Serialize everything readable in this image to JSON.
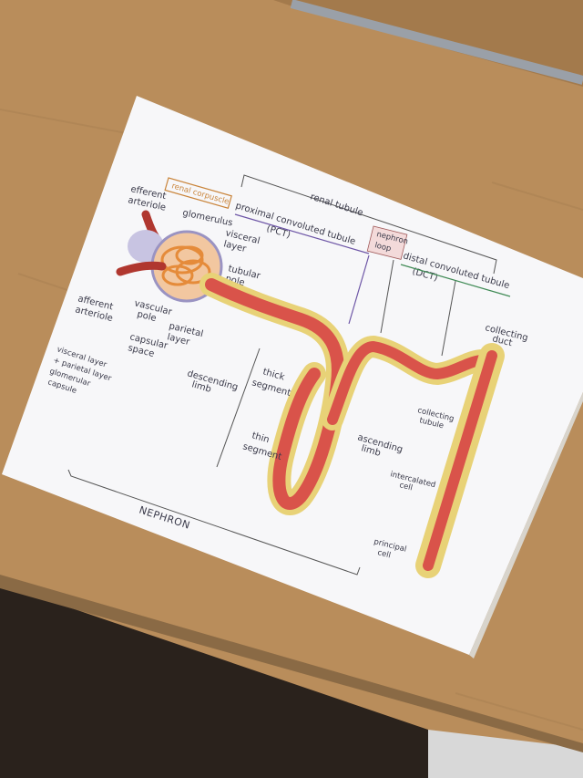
{
  "photo": {
    "subject": "hand-drawn nephron diagram on paper lying on a desk",
    "colors": {
      "desk": "#b98d5b",
      "desk_dark": "#9c7447",
      "paper": "#f7f7f9",
      "floor_shadow": "#2a221c",
      "tubule_red": "#d9534a",
      "tubule_dark": "#b0372f",
      "cell_yellow": "#e8d277",
      "glomerulus_orange": "#e58b3a",
      "capsule_purple": "#9a93c2",
      "ink": "#3a3a4a",
      "green_bracket": "#3f8a55",
      "purple_bracket": "#6d55a6"
    }
  },
  "labels": {
    "renal_tubule": "renal tubule",
    "renal_corpuscle": "renal corpuscle",
    "proximal": "proximal convoluted tubule",
    "pct": "(PCT)",
    "nephron_loop_1": "nephron",
    "nephron_loop_2": "loop",
    "distal": "distal convoluted tubule",
    "dct": "(DCT)",
    "efferent_1": "efferent",
    "efferent_2": "arteriole",
    "glomerulus": "glomerulus",
    "visceral_1": "visceral",
    "visceral_2": "layer",
    "tubular_1": "tubular",
    "tubular_2": "pole",
    "afferent_1": "afferent",
    "afferent_2": "arteriole",
    "vascular_1": "vascular",
    "vascular_2": "pole",
    "parietal_1": "parietal",
    "parietal_2": "layer",
    "capsular_1": "capsular",
    "capsular_2": "space",
    "note_1": "visceral layer",
    "note_2": "+ parietal layer",
    "note_3": "glomerular",
    "note_4": "capsule",
    "descending_1": "descending",
    "descending_2": "limb",
    "thick_1": "thick",
    "thick_2": "segment",
    "thin_1": "thin",
    "thin_2": "segment",
    "ascending_1": "ascending",
    "ascending_2": "limb",
    "collecting_duct_1": "collecting",
    "collecting_duct_2": "duct",
    "collecting_tubule_1": "collecting",
    "collecting_tubule_2": "tubule",
    "intercalated_1": "intercalated",
    "intercalated_2": "cell",
    "principal_1": "principal",
    "principal_2": "cell",
    "nephron": "NEPHRON"
  }
}
